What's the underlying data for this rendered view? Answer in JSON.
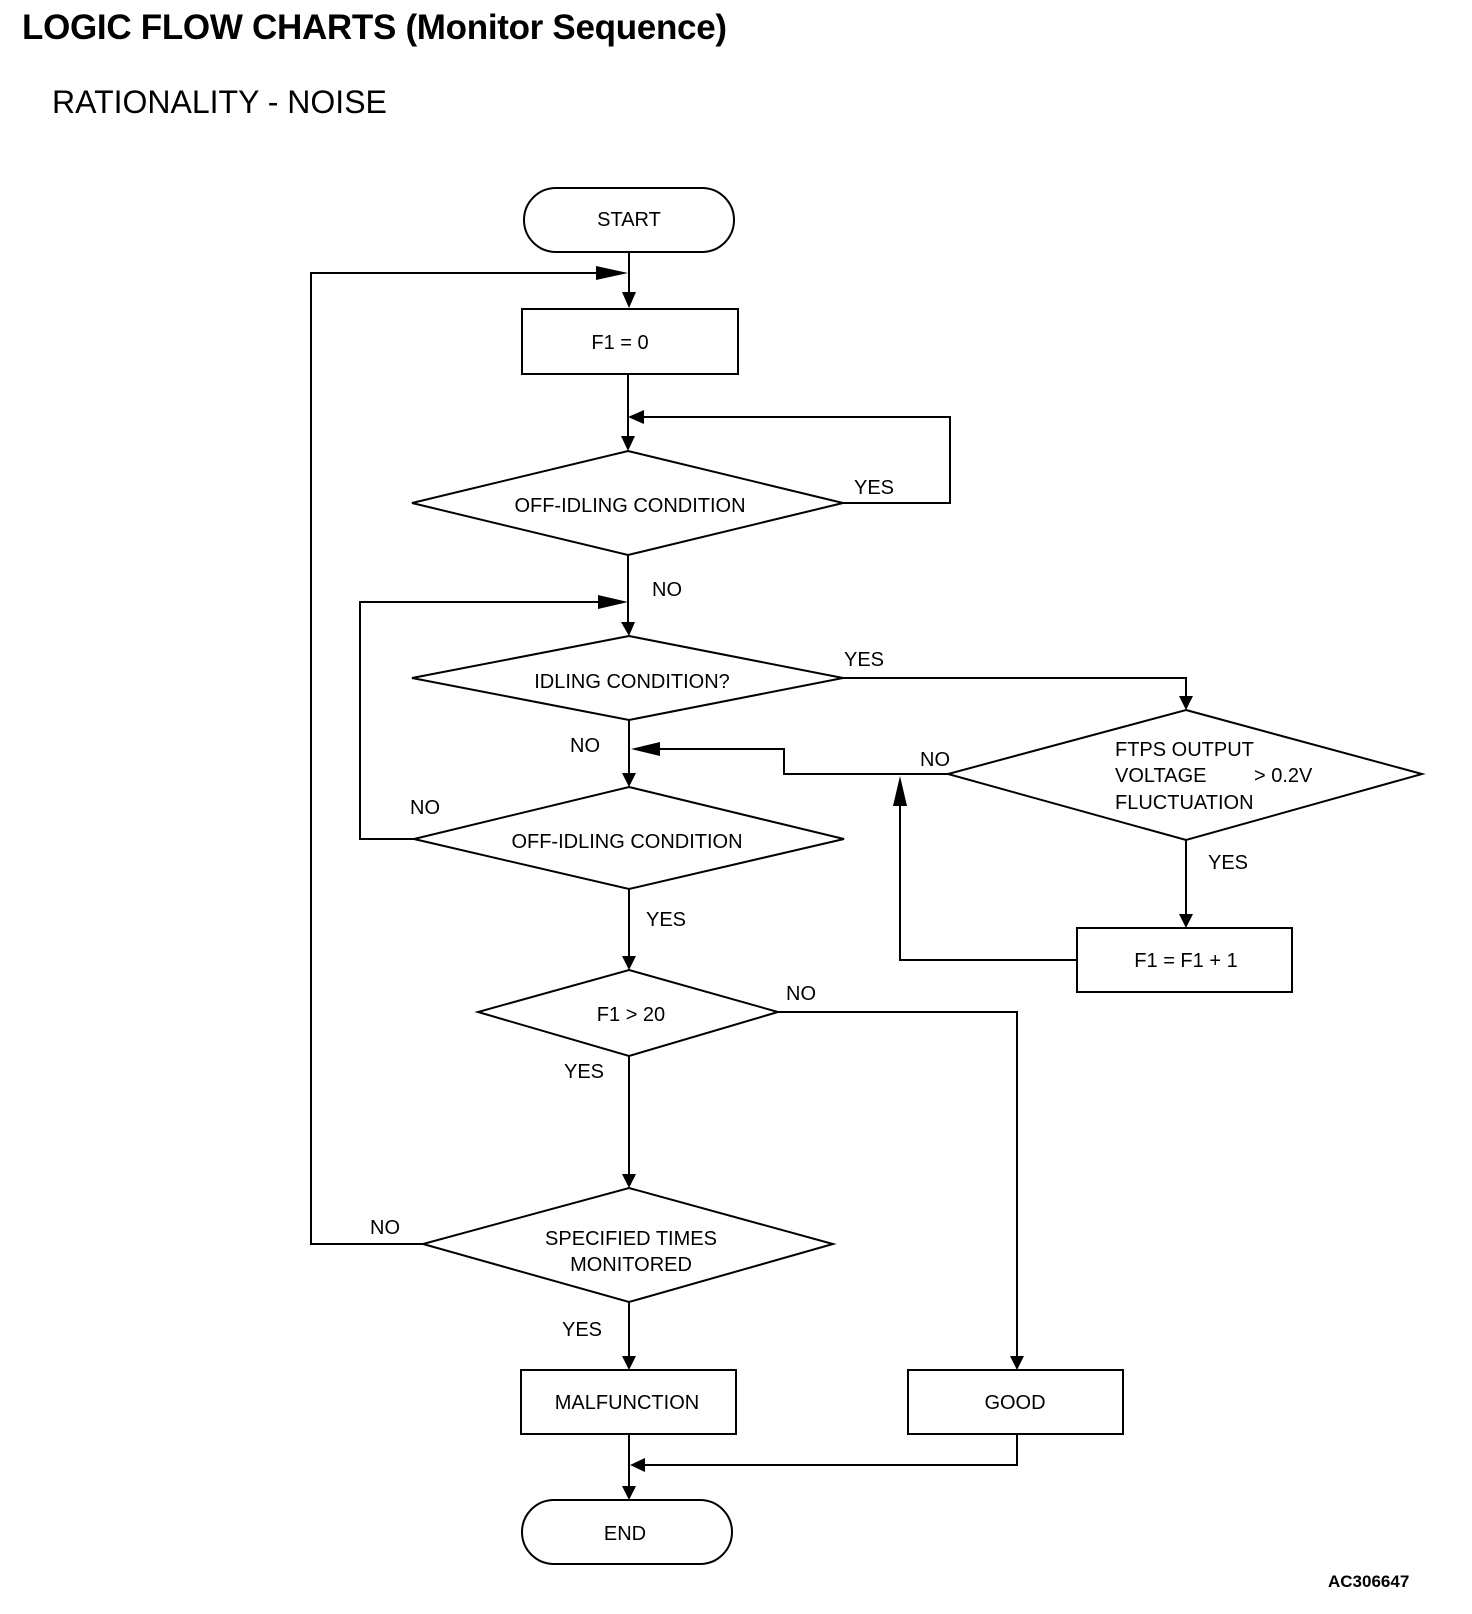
{
  "header": {
    "title": "LOGIC FLOW CHARTS (Monitor Sequence)",
    "subtitle": "RATIONALITY - NOISE"
  },
  "nodes": {
    "start": "START",
    "f1_reset": "F1 = 0",
    "off_idling_1": "OFF-IDLING CONDITION",
    "idling": "IDLING CONDITION?",
    "off_idling_2": "OFF-IDLING CONDITION",
    "ftps_line1": "FTPS OUTPUT",
    "ftps_line2a": "VOLTAGE",
    "ftps_line2b": "> 0.2V",
    "ftps_line3": "FLUCTUATION",
    "f1_increment": "F1 = F1 + 1",
    "f1_compare": "F1 > 20",
    "specified_line1": "SPECIFIED TIMES",
    "specified_line2": "MONITORED",
    "malfunction": "MALFUNCTION",
    "good": "GOOD",
    "end": "END"
  },
  "edge_labels": {
    "yes": "YES",
    "no": "NO"
  },
  "figure_id": "AC306647"
}
